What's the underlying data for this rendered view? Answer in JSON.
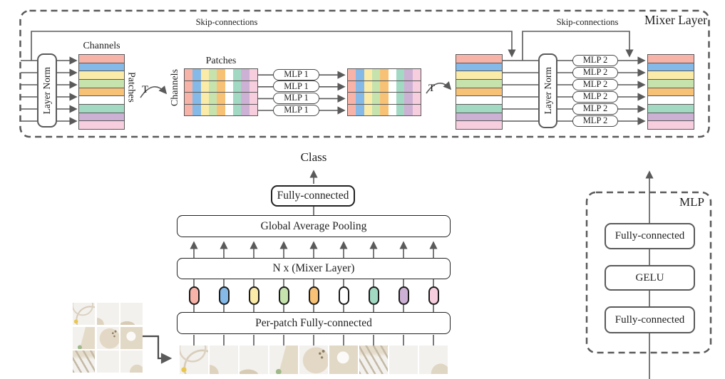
{
  "palette": {
    "row_colors": [
      "#f8b3a8",
      "#84b9e8",
      "#fbeba8",
      "#c6e3ad",
      "#f8c276",
      "#ffffff",
      "#a2d9c3",
      "#cdb1d4",
      "#f7cede"
    ],
    "line_color": "#5a5a5a",
    "text_color": "#1f1f1f"
  },
  "mixer_layer": {
    "title": "Mixer Layer",
    "skip_connections_left": "Skip-connections",
    "skip_connections_right": "Skip-connections",
    "layer_norm_left": "Layer Norm",
    "layer_norm_right": "Layer Norm",
    "table_left": {
      "top_label": "Channels",
      "side_label": "Patches"
    },
    "table_transposed": {
      "top_label": "Patches",
      "side_label": "Channels"
    },
    "transpose_left": "T",
    "transpose_right": "T",
    "mlp1": {
      "label": "MLP 1",
      "count": 4
    },
    "mlp2": {
      "label": "MLP 2",
      "count": 6
    },
    "row_count": 9
  },
  "network": {
    "class_label": "Class",
    "fully_connected_label": "Fully-connected",
    "global_average_pooling_label": "Global Average Pooling",
    "mixer_stack_label": "N x (Mixer Layer)",
    "per_patch_label": "Per-patch Fully-connected",
    "token_count": 9
  },
  "mlp_block": {
    "title": "MLP",
    "fc_top_label": "Fully-connected",
    "gelu_label": "GELU",
    "fc_bottom_label": "Fully-connected"
  }
}
